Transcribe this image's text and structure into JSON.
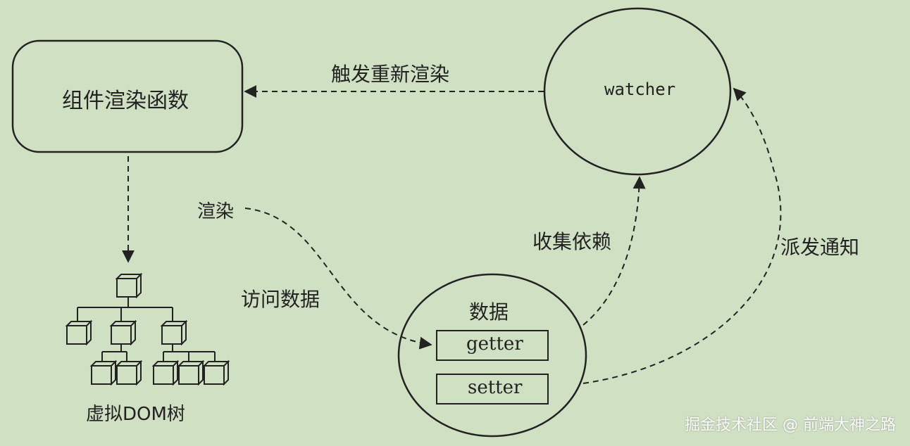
{
  "nodes": {
    "render_fn": "组件渲染函数",
    "watcher": "watcher",
    "data": "数据",
    "getter": "getter",
    "setter": "setter",
    "vdom": "虚拟DOM树"
  },
  "edges": {
    "trigger_rerender": "触发重新渲染",
    "render": "渲染",
    "access_data": "访问数据",
    "collect_deps": "收集依赖",
    "dispatch_notify": "派发通知"
  },
  "watermark": "掘金技术社区 @ 前端大神之路",
  "colors": {
    "background": "#cfe0c3",
    "stroke": "#222222",
    "watermark": "#ffffff"
  }
}
